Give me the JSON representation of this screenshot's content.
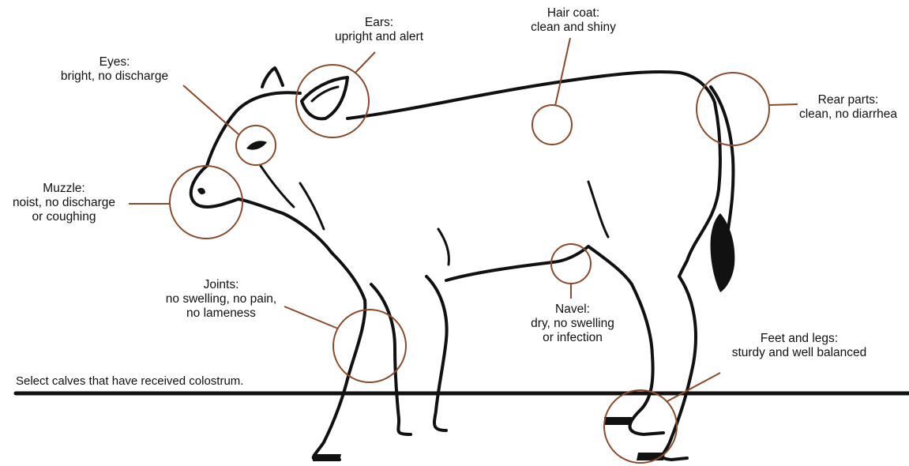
{
  "diagram": {
    "accent_color": "#8b4a2b",
    "line_color": "#111111",
    "note": "Select calves that have received colostrum.",
    "callouts": {
      "ears": {
        "title": "Ears:",
        "lines": [
          "upright and alert"
        ]
      },
      "hair": {
        "title": "Hair coat:",
        "lines": [
          "clean and shiny"
        ]
      },
      "eyes": {
        "title": "Eyes:",
        "lines": [
          "bright, no discharge"
        ]
      },
      "rear": {
        "title": "Rear parts:",
        "lines": [
          "clean, no diarrhea"
        ]
      },
      "muzzle": {
        "title": "Muzzle:",
        "lines": [
          "noist, no discharge",
          "or coughing"
        ]
      },
      "joints": {
        "title": "Joints:",
        "lines": [
          "no swelling, no pain,",
          "no lameness"
        ]
      },
      "navel": {
        "title": "Navel:",
        "lines": [
          "dry, no swelling",
          "or infection"
        ]
      },
      "feet": {
        "title": "Feet and legs:",
        "lines": [
          "sturdy and well balanced"
        ]
      }
    }
  }
}
